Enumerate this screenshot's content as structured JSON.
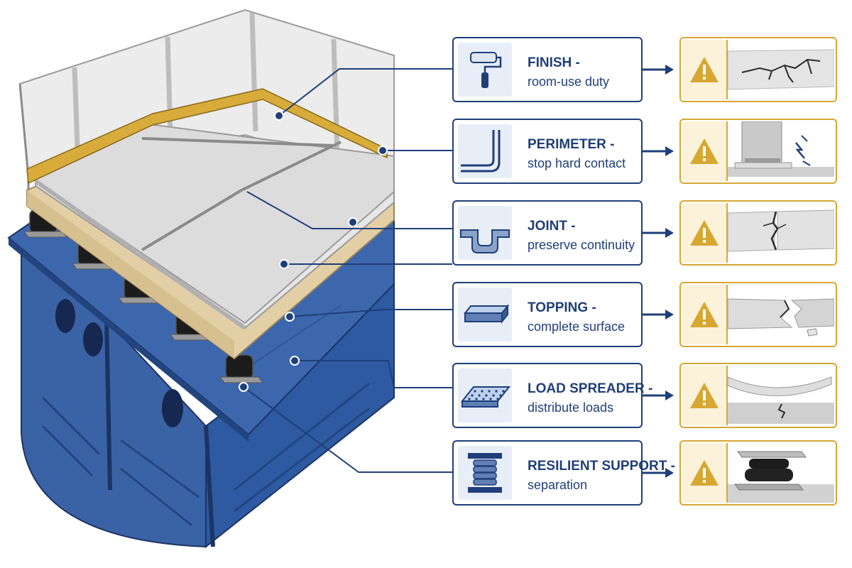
{
  "colors": {
    "navy": "#1f3f7a",
    "steel_blue": "#2d5aa0",
    "perimeter_gold": "#d8ac3a",
    "warning_gold": "#d7a733",
    "concrete": "#dcdcdc",
    "screed": "#e6d5b3"
  },
  "layers": [
    {
      "id": "finish",
      "title": "FINISH -",
      "subtitle": "room-use duty",
      "icon": "paint-roller-icon",
      "failure": "cracked-surface"
    },
    {
      "id": "perimeter",
      "title": "PERIMETER -",
      "subtitle": "stop hard contact",
      "icon": "perimeter-corner-icon",
      "failure": "wall-contact-impact"
    },
    {
      "id": "joint",
      "title": "JOINT -",
      "subtitle": "preserve continuity",
      "icon": "joint-profile-icon",
      "failure": "cracked-joint"
    },
    {
      "id": "topping",
      "title": "TOPPING -",
      "subtitle": "complete surface",
      "icon": "topping-slab-icon",
      "failure": "broken-edge"
    },
    {
      "id": "load-spreader",
      "title": "LOAD SPREADER -",
      "subtitle": "distribute loads",
      "icon": "perforated-board-icon",
      "failure": "deflected-board"
    },
    {
      "id": "resilient-support",
      "title": "RESILIENT SUPPORT -",
      "subtitle": "separation",
      "icon": "spring-mount-icon",
      "failure": "collapsed-mount"
    }
  ],
  "warning_icon": "warning-triangle-icon"
}
